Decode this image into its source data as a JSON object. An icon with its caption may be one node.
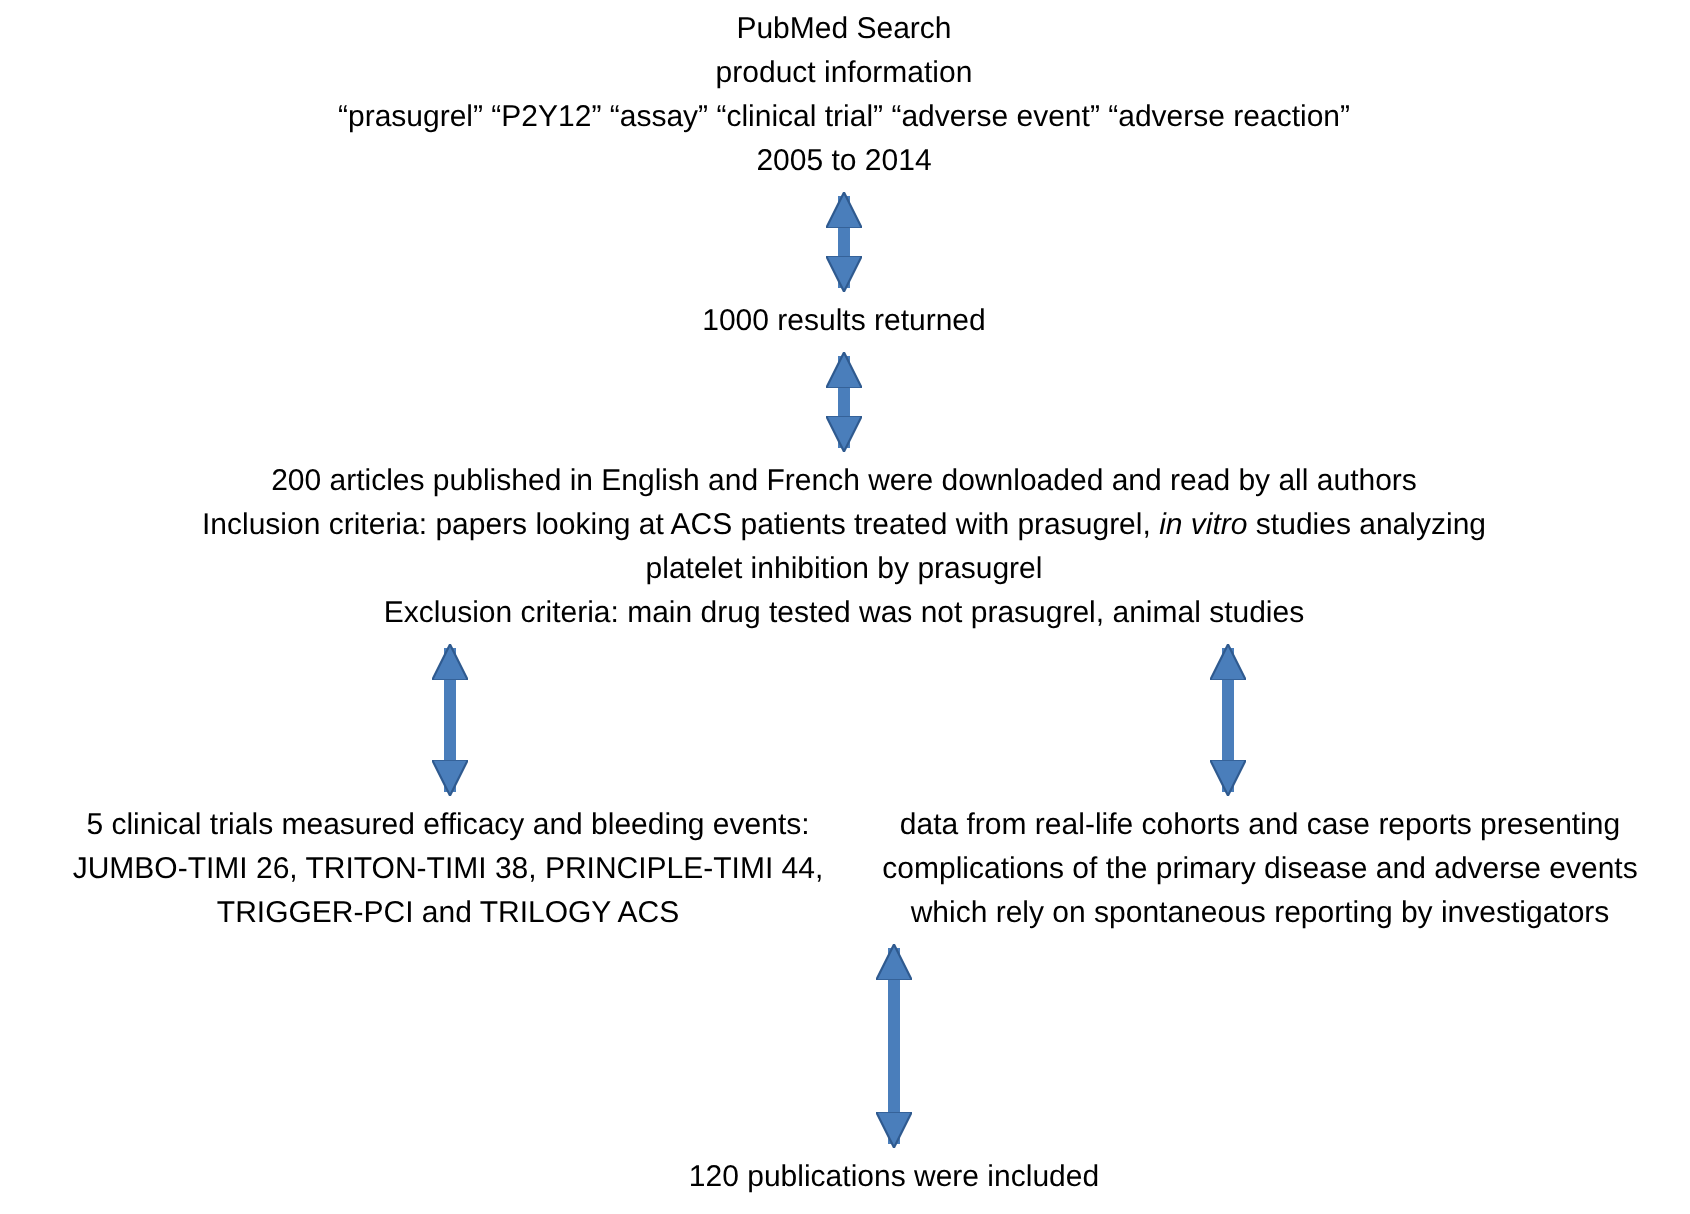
{
  "diagram": {
    "nodes": [
      {
        "text": [
          "PubMed Search",
          "product information",
          "“prasugrel” “P2Y12” “assay” “clinical trial” “adverse event” “adverse reaction”",
          "2005 to 2014"
        ]
      },
      {
        "text": [
          "1000 results returned"
        ]
      },
      {
        "text": [
          "200 articles published in English and French were downloaded and read by all authors",
          "Inclusion criteria: papers looking at ACS  patients treated with prasugrel, *in vitro* studies analyzing platelet inhibition by prasugrel",
          "Exclusion criteria: main drug tested was not prasugrel, animal studies"
        ]
      },
      {
        "text": [
          "5 clinical trials measured efficacy and bleeding events: JUMBO-TIMI 26, TRITON-TIMI 38, PRINCIPLE-TIMI 44, TRIGGER-PCI and TRILOGY ACS"
        ]
      },
      {
        "text": [
          "data from real-life cohorts and case reports presenting complications of the primary disease and adverse events which rely on spontaneous reporting by investigators"
        ]
      },
      {
        "text": [
          "120 publications were included"
        ]
      }
    ],
    "edges": [
      {
        "from": 0,
        "to": 1,
        "arrow": "both"
      },
      {
        "from": 1,
        "to": 2,
        "arrow": "both"
      },
      {
        "from": 2,
        "to": 3,
        "arrow": "both"
      },
      {
        "from": 2,
        "to": 4,
        "arrow": "both"
      },
      {
        "from": 4,
        "to": 5,
        "arrow": "both"
      }
    ]
  }
}
